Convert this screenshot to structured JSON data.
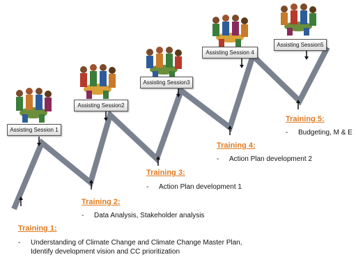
{
  "sessions": [
    {
      "label": "Assisting Session 1"
    },
    {
      "label": "Assisting Session2"
    },
    {
      "label": "Assisting Session3"
    },
    {
      "label": "Assisting Session 4"
    },
    {
      "label": "Assisting Session5"
    }
  ],
  "trainings": [
    {
      "title": "Training 1:",
      "item": "Understanding of Climate Change and Climate Change Master Plan, Identify development vision and CC prioritization"
    },
    {
      "title": "Training 2:",
      "item": "Data Analysis, Stakeholder analysis"
    },
    {
      "title": "Training 3:",
      "item": "Action Plan development 1"
    },
    {
      "title": "Training 4:",
      "item": "Action Plan development 2"
    },
    {
      "title": "Training 5:",
      "item": "Budgeting, M & E"
    }
  ],
  "bullet": "-",
  "colors": {
    "path": "#7a8290",
    "training_title": "#e07b22",
    "arrow": "#111111"
  }
}
